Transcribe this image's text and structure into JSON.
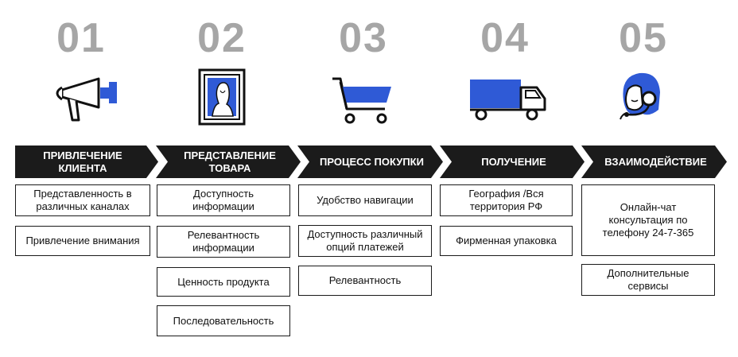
{
  "colors": {
    "accent": "#2f5ad6",
    "number": "#a6a6a6",
    "chevron": "#1b1b1b"
  },
  "stages": [
    {
      "number": "01",
      "icon": "megaphone-icon",
      "title": "ПРИВЛЕЧЕНИЕ КЛИЕНТА",
      "items": [
        "Представленность в различных каналах",
        "Привлечение внимания"
      ]
    },
    {
      "number": "02",
      "icon": "framed-portrait-icon",
      "title": "ПРЕДСТАВЛЕНИЕ ТОВАРА",
      "items": [
        "Доступность информации",
        "Релевантность информации",
        "Ценность продукта",
        "Последовательность"
      ]
    },
    {
      "number": "03",
      "icon": "shopping-cart-icon",
      "title": "ПРОЦЕСС ПОКУПКИ",
      "items": [
        "Удобство навигации",
        "Доступность различный опций платежей",
        "Релевантность"
      ]
    },
    {
      "number": "04",
      "icon": "delivery-truck-icon",
      "title": "ПОЛУЧЕНИЕ",
      "items": [
        "География /Вся территория РФ",
        "Фирменная упаковка"
      ]
    },
    {
      "number": "05",
      "icon": "support-operator-icon",
      "title": "ВЗАИМОДЕЙСТВИЕ",
      "items": [
        "Онлайн-чат консультация по телефону 24-7-365",
        "Дополнительные сервисы"
      ]
    }
  ]
}
